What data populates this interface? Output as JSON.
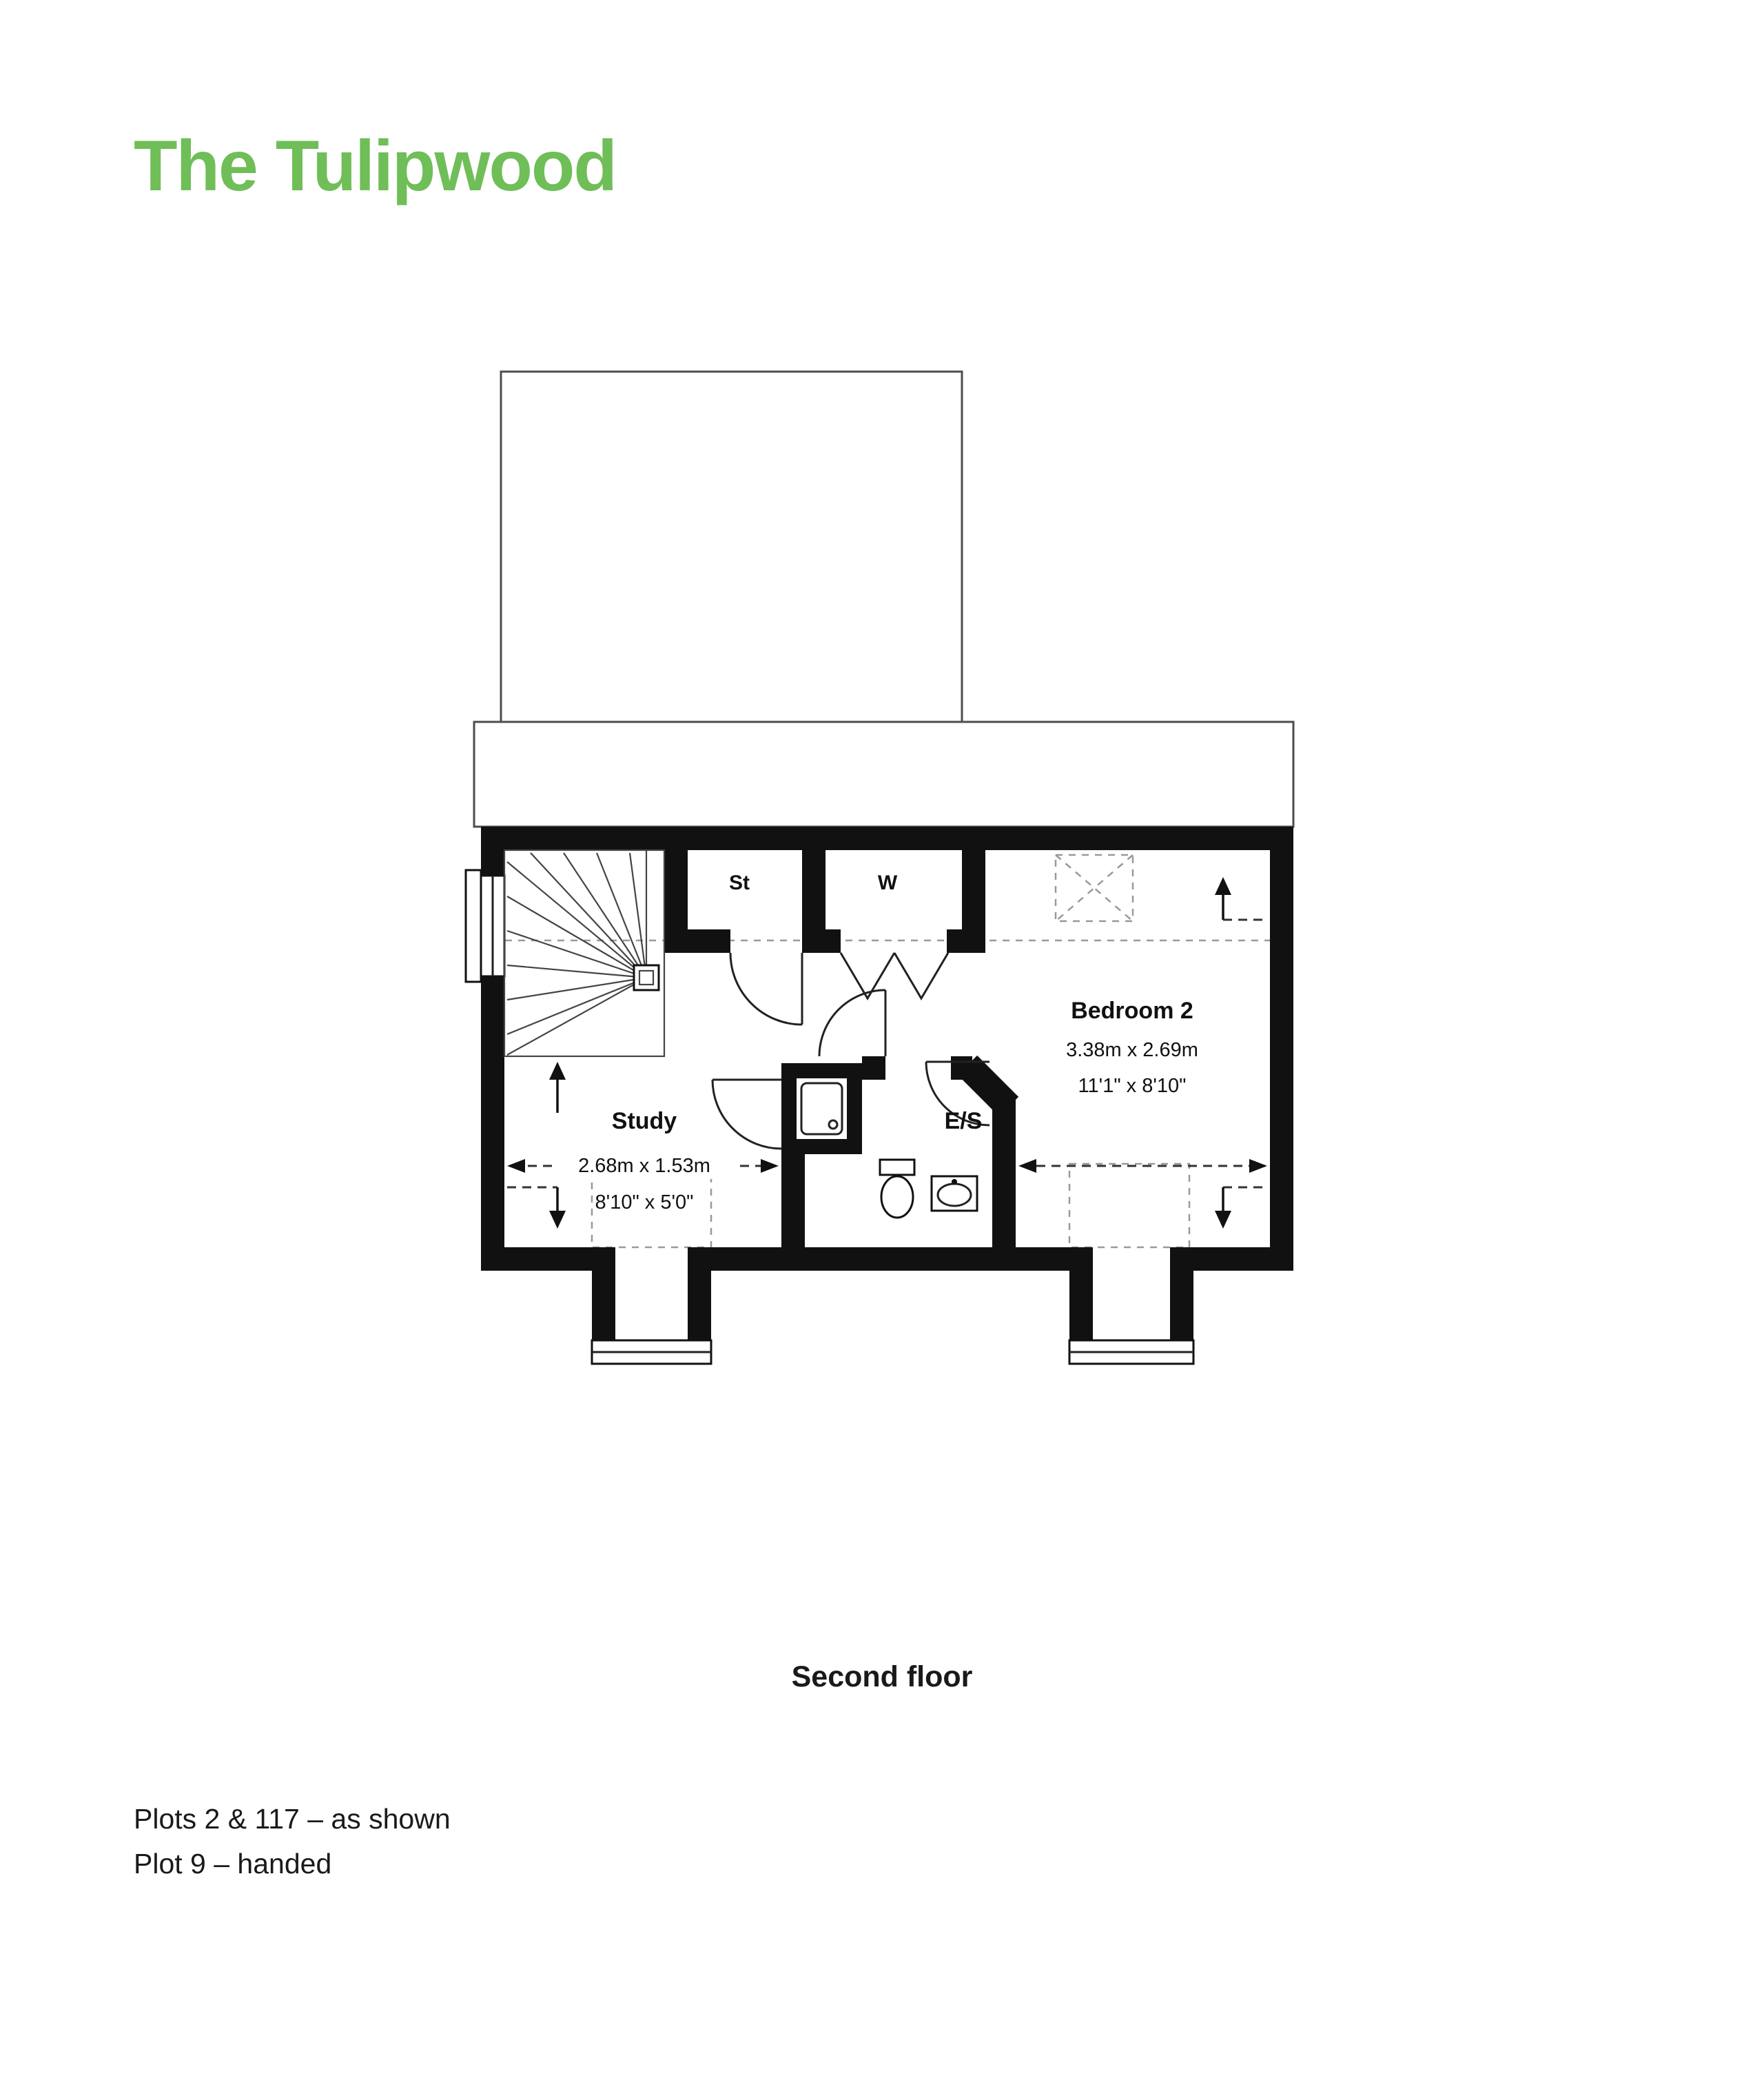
{
  "page": {
    "title": "The Tulipwood",
    "caption": "Second floor",
    "notes": [
      "Plots 2 & 117 – as shown",
      "Plot 9 – handed"
    ],
    "accent_color": "#6FBE58"
  },
  "rooms": {
    "st": {
      "label": "St"
    },
    "w": {
      "label": "W"
    },
    "bedroom2": {
      "label": "Bedroom 2",
      "size_metric": "3.38m x 2.69m",
      "size_imperial": "11'1\" x 8'10\""
    },
    "study": {
      "label": "Study",
      "size_metric": "2.68m x 1.53m",
      "size_imperial": "8'10\" x 5'0\""
    },
    "ensuite": {
      "label": "E/S"
    }
  }
}
